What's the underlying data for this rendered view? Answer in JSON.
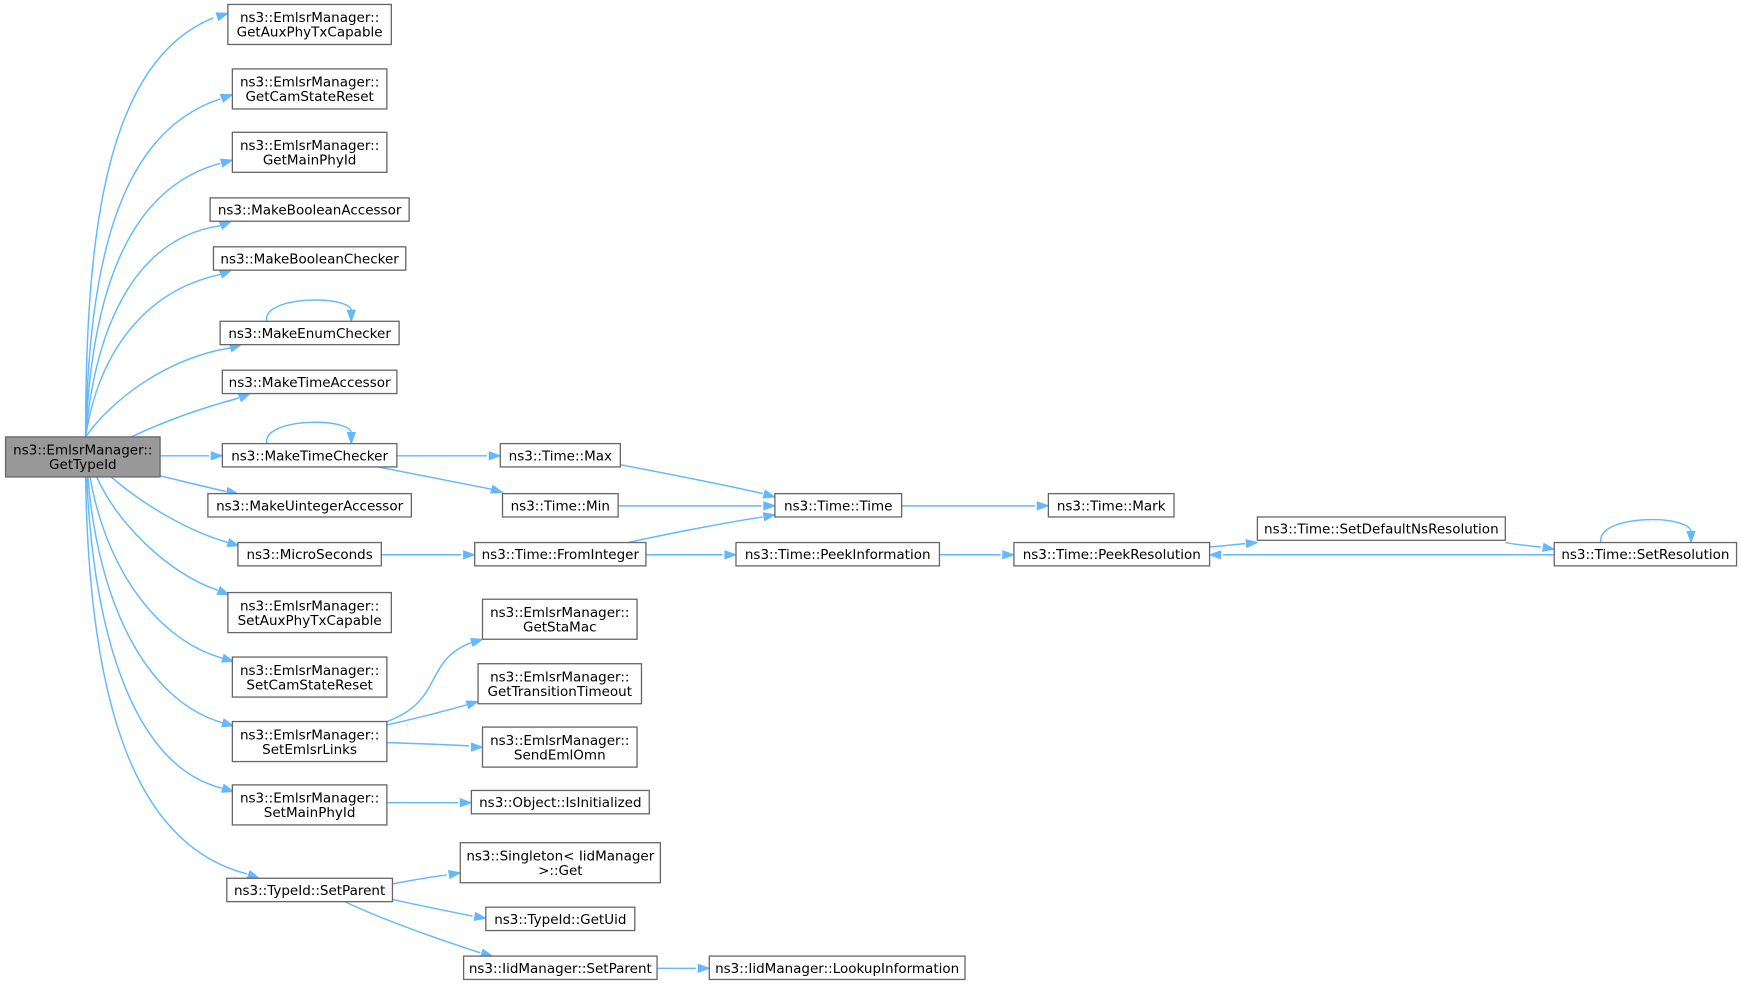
{
  "graph": {
    "nodes": [
      {
        "id": "root",
        "lines": [
          "ns3::EmlsrManager::",
          "GetTypeId"
        ],
        "highlighted": true
      },
      {
        "id": "getAux",
        "lines": [
          "ns3::EmlsrManager::",
          "GetAuxPhyTxCapable"
        ]
      },
      {
        "id": "getCam",
        "lines": [
          "ns3::EmlsrManager::",
          "GetCamStateReset"
        ]
      },
      {
        "id": "getMainPhy",
        "lines": [
          "ns3::EmlsrManager::",
          "GetMainPhyId"
        ]
      },
      {
        "id": "mkBoolAcc",
        "lines": [
          "ns3::MakeBooleanAccessor"
        ]
      },
      {
        "id": "mkBoolChk",
        "lines": [
          "ns3::MakeBooleanChecker"
        ]
      },
      {
        "id": "mkEnumChk",
        "lines": [
          "ns3::MakeEnumChecker"
        ]
      },
      {
        "id": "mkTimeAcc",
        "lines": [
          "ns3::MakeTimeAccessor"
        ]
      },
      {
        "id": "mkTimeChk",
        "lines": [
          "ns3::MakeTimeChecker"
        ]
      },
      {
        "id": "mkUintAcc",
        "lines": [
          "ns3::MakeUintegerAccessor"
        ]
      },
      {
        "id": "micro",
        "lines": [
          "ns3::MicroSeconds"
        ]
      },
      {
        "id": "setAux",
        "lines": [
          "ns3::EmlsrManager::",
          "SetAuxPhyTxCapable"
        ]
      },
      {
        "id": "setCam",
        "lines": [
          "ns3::EmlsrManager::",
          "SetCamStateReset"
        ]
      },
      {
        "id": "setLinks",
        "lines": [
          "ns3::EmlsrManager::",
          "SetEmlsrLinks"
        ]
      },
      {
        "id": "setMainPhy",
        "lines": [
          "ns3::EmlsrManager::",
          "SetMainPhyId"
        ]
      },
      {
        "id": "tidSetParent",
        "lines": [
          "ns3::TypeId::SetParent"
        ]
      },
      {
        "id": "timeMax",
        "lines": [
          "ns3::Time::Max"
        ]
      },
      {
        "id": "timeMin",
        "lines": [
          "ns3::Time::Min"
        ]
      },
      {
        "id": "fromInt",
        "lines": [
          "ns3::Time::FromInteger"
        ]
      },
      {
        "id": "getStaMac",
        "lines": [
          "ns3::EmlsrManager::",
          "GetStaMac"
        ]
      },
      {
        "id": "getTrans",
        "lines": [
          "ns3::EmlsrManager::",
          "GetTransitionTimeout"
        ]
      },
      {
        "id": "sendEml",
        "lines": [
          "ns3::EmlsrManager::",
          "SendEmlOmn"
        ]
      },
      {
        "id": "isInit",
        "lines": [
          "ns3::Object::IsInitialized"
        ]
      },
      {
        "id": "singleton",
        "lines": [
          "ns3::Singleton< IidManager",
          " >::Get"
        ]
      },
      {
        "id": "getUid",
        "lines": [
          "ns3::TypeId::GetUid"
        ]
      },
      {
        "id": "iidSetParent",
        "lines": [
          "ns3::IidManager::SetParent"
        ]
      },
      {
        "id": "timeCtor",
        "lines": [
          "ns3::Time::Time"
        ]
      },
      {
        "id": "peekInfo",
        "lines": [
          "ns3::Time::PeekInformation"
        ]
      },
      {
        "id": "lookup",
        "lines": [
          "ns3::IidManager::LookupInformation"
        ]
      },
      {
        "id": "mark",
        "lines": [
          "ns3::Time::Mark"
        ]
      },
      {
        "id": "peekRes",
        "lines": [
          "ns3::Time::PeekResolution"
        ]
      },
      {
        "id": "setDefRes",
        "lines": [
          "ns3::Time::SetDefaultNsResolution"
        ]
      },
      {
        "id": "setRes",
        "lines": [
          "ns3::Time::SetResolution"
        ]
      }
    ],
    "edges": [
      {
        "from": "root",
        "to": "getAux"
      },
      {
        "from": "root",
        "to": "getCam"
      },
      {
        "from": "root",
        "to": "getMainPhy"
      },
      {
        "from": "root",
        "to": "mkBoolAcc"
      },
      {
        "from": "root",
        "to": "mkBoolChk"
      },
      {
        "from": "root",
        "to": "mkEnumChk"
      },
      {
        "from": "root",
        "to": "mkTimeAcc"
      },
      {
        "from": "root",
        "to": "mkTimeChk"
      },
      {
        "from": "root",
        "to": "mkUintAcc"
      },
      {
        "from": "root",
        "to": "micro"
      },
      {
        "from": "root",
        "to": "setAux"
      },
      {
        "from": "root",
        "to": "setCam"
      },
      {
        "from": "root",
        "to": "setLinks"
      },
      {
        "from": "root",
        "to": "setMainPhy"
      },
      {
        "from": "root",
        "to": "tidSetParent"
      },
      {
        "from": "mkEnumChk",
        "to": "mkEnumChk"
      },
      {
        "from": "mkTimeChk",
        "to": "mkTimeChk"
      },
      {
        "from": "mkTimeChk",
        "to": "timeMax"
      },
      {
        "from": "mkTimeChk",
        "to": "timeMin"
      },
      {
        "from": "micro",
        "to": "fromInt"
      },
      {
        "from": "setLinks",
        "to": "getStaMac"
      },
      {
        "from": "setLinks",
        "to": "getTrans"
      },
      {
        "from": "setLinks",
        "to": "sendEml"
      },
      {
        "from": "setMainPhy",
        "to": "isInit"
      },
      {
        "from": "tidSetParent",
        "to": "singleton"
      },
      {
        "from": "tidSetParent",
        "to": "getUid"
      },
      {
        "from": "tidSetParent",
        "to": "iidSetParent"
      },
      {
        "from": "timeMax",
        "to": "timeCtor"
      },
      {
        "from": "timeMin",
        "to": "timeCtor"
      },
      {
        "from": "fromInt",
        "to": "timeCtor"
      },
      {
        "from": "fromInt",
        "to": "peekInfo"
      },
      {
        "from": "iidSetParent",
        "to": "lookup"
      },
      {
        "from": "timeCtor",
        "to": "mark"
      },
      {
        "from": "peekInfo",
        "to": "peekRes"
      },
      {
        "from": "peekRes",
        "to": "setDefRes"
      },
      {
        "from": "setDefRes",
        "to": "setRes"
      },
      {
        "from": "setRes",
        "to": "peekRes"
      },
      {
        "from": "setRes",
        "to": "setRes"
      }
    ]
  }
}
